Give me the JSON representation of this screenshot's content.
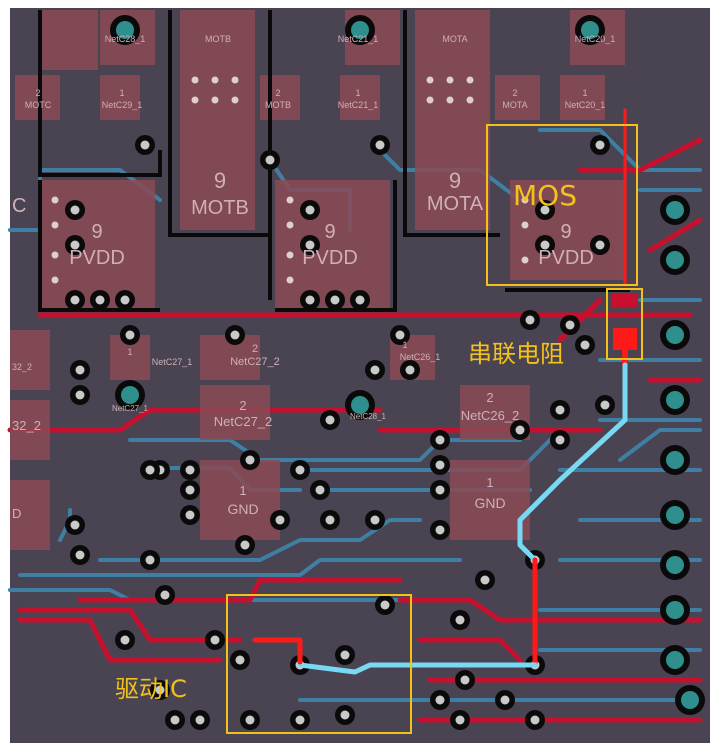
{
  "colors": {
    "board": "#4a4452",
    "copper_top": "#c8102e",
    "copper_bottom": "#3f7fa3",
    "pad_fill": "#8a4a55",
    "silk": "#cfb0b6",
    "highlight_trace": "#79d8f2",
    "highlight_top": "#ff1a1a",
    "annotation": "#f2c21a",
    "via_ring": "#0a0a0a",
    "via_hole": "#c9c9c9",
    "thermal_teal": "#2f8f8c"
  },
  "annotations": {
    "mos": "MOS",
    "resistor": "串联电阻",
    "driver_ic": "驱动IC"
  },
  "components": {
    "top_nets": [
      {
        "pin": "",
        "net": "NetC28_1"
      },
      {
        "pin": "",
        "net": "MOTB"
      },
      {
        "pin": "",
        "net": "NetC21_1"
      },
      {
        "pin": "",
        "net": "MOTA"
      },
      {
        "pin": "",
        "net": "NetC20_1"
      }
    ],
    "row2": [
      {
        "pin": "2",
        "net": "MOTC"
      },
      {
        "pin": "1",
        "net": "NetC29_1"
      },
      {
        "pin": "2",
        "net": "MOTB"
      },
      {
        "pin": "1",
        "net": "NetC21_1"
      },
      {
        "pin": "2",
        "net": "MOTA"
      },
      {
        "pin": "1",
        "net": "NetC20_1"
      }
    ],
    "big_pads": [
      {
        "pin": "9",
        "net": "MOTB"
      },
      {
        "pin": "9",
        "net": "MOTA"
      }
    ],
    "pvdd_pads": [
      {
        "pin": "9",
        "net": "PVDD"
      },
      {
        "pin": "9",
        "net": "PVDD"
      },
      {
        "pin": "9",
        "net": "PVDD"
      }
    ],
    "left_edge": [
      "C",
      "32_2",
      "32_2",
      "D"
    ],
    "mid_row": [
      {
        "pin": "1",
        "net": "NetC27_1"
      },
      {
        "pin": "2",
        "net": "NetC27_2"
      },
      {
        "pin": "1",
        "net": "NetC26_1"
      }
    ],
    "caps2": [
      {
        "pin": "2",
        "net": "NetC27_2"
      },
      {
        "pin": "2",
        "net": "NetC26_2"
      }
    ],
    "small_vias": [
      "NetC27_1",
      "NetC28_1"
    ],
    "gnd_pads": [
      {
        "pin": "1",
        "net": "GND"
      },
      {
        "pin": "1",
        "net": "GND"
      }
    ]
  }
}
